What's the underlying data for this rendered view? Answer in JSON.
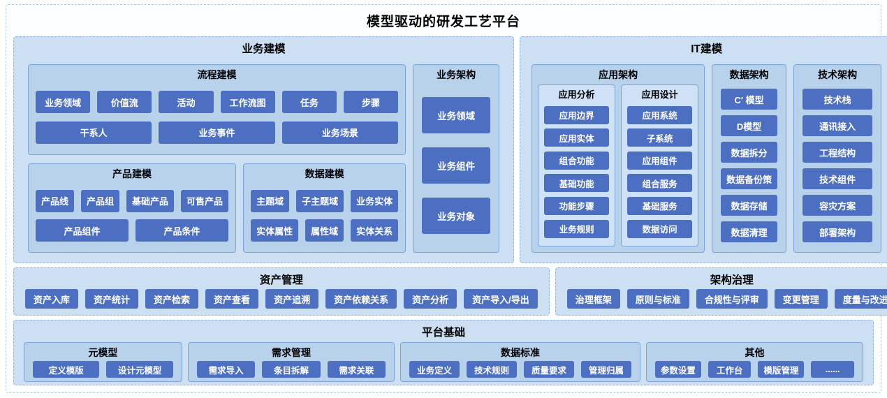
{
  "title": "模型驱动的研发工艺平台",
  "colors": {
    "button": "#4d6fc1",
    "section_bg": "#cde0f3",
    "panel_bg": "#b8d2ec",
    "inner_panel_bg": "#cfe1f6",
    "panel_border": "#7ca3d6"
  },
  "business": {
    "title": "业务建模",
    "process": {
      "title": "流程建模",
      "row1": [
        "业务领域",
        "价值流",
        "活动",
        "工作流图",
        "任务",
        "步骤"
      ],
      "row2": [
        "干系人",
        "业务事件",
        "业务场景"
      ]
    },
    "product": {
      "title": "产品建模",
      "row1": [
        "产品线",
        "产品组",
        "基础产品",
        "可售产品"
      ],
      "row2": [
        "产品组件",
        "产品条件"
      ]
    },
    "data": {
      "title": "数据建模",
      "row1": [
        "主题域",
        "子主题域",
        "业务实体"
      ],
      "row2": [
        "实体属性",
        "属性域",
        "实体关系"
      ]
    },
    "architecture": {
      "title": "业务架构",
      "items": [
        "业务领域",
        "业务组件",
        "业务对象"
      ]
    }
  },
  "it": {
    "title": "IT建模",
    "app": {
      "title": "应用架构",
      "analysis": {
        "title": "应用分析",
        "items": [
          "应用边界",
          "应用实体",
          "组合功能",
          "基础功能",
          "功能步骤",
          "业务规则"
        ]
      },
      "design": {
        "title": "应用设计",
        "items": [
          "应用系统",
          "子系统",
          "应用组件",
          "组合服务",
          "基础服务",
          "数据访问"
        ]
      }
    },
    "data": {
      "title": "数据架构",
      "items": [
        "C′ 模型",
        "D模型",
        "数据拆分",
        "数据备份策",
        "数据存储",
        "数据清理"
      ]
    },
    "tech": {
      "title": "技术架构",
      "items": [
        "技术栈",
        "通讯接入",
        "工程结构",
        "技术组件",
        "容灾方案",
        "部署架构"
      ]
    }
  },
  "asset": {
    "title": "资产管理",
    "items": [
      "资产入库",
      "资产统计",
      "资产检索",
      "资产查看",
      "资产追溯",
      "资产依赖关系",
      "资产分析",
      "资产导入/导出"
    ]
  },
  "governance": {
    "title": "架构治理",
    "items": [
      "治理框架",
      "原则与标准",
      "合规性与评审",
      "变更管理",
      "度量与改进"
    ]
  },
  "platform": {
    "title": "平台基础",
    "meta": {
      "title": "元模型",
      "items": [
        "定义模版",
        "设计元模型"
      ]
    },
    "requirement": {
      "title": "需求管理",
      "items": [
        "需求导入",
        "条目拆解",
        "需求关联"
      ]
    },
    "standard": {
      "title": "数据标准",
      "items": [
        "业务定义",
        "技术规则",
        "质量要求",
        "管理归属"
      ]
    },
    "other": {
      "title": "其他",
      "items": [
        "参数设置",
        "工作台",
        "模版管理",
        "......"
      ]
    }
  }
}
